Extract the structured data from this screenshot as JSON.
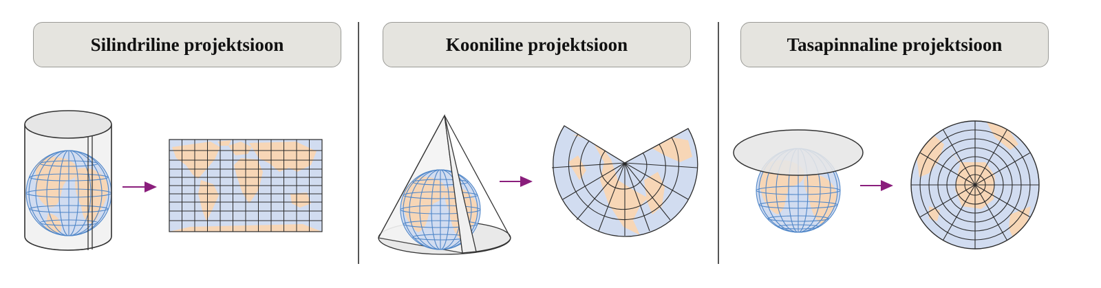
{
  "panels": [
    {
      "id": "cylindrical",
      "title": "Silindriline projektsioon"
    },
    {
      "id": "conic",
      "title": "Kooniline projektsioon"
    },
    {
      "id": "planar",
      "title": "Tasapinnaline projektsioon"
    }
  ],
  "colors": {
    "ocean": "#d1dcf0",
    "land": "#f7d6b6",
    "grid_globe": "#4f86c8",
    "grid_map": "#2a2a2a",
    "arrow": "#8a1e7c",
    "surface_fill": "#e8e8e8",
    "title_fill": "#e5e4df",
    "divider": "#555555"
  }
}
